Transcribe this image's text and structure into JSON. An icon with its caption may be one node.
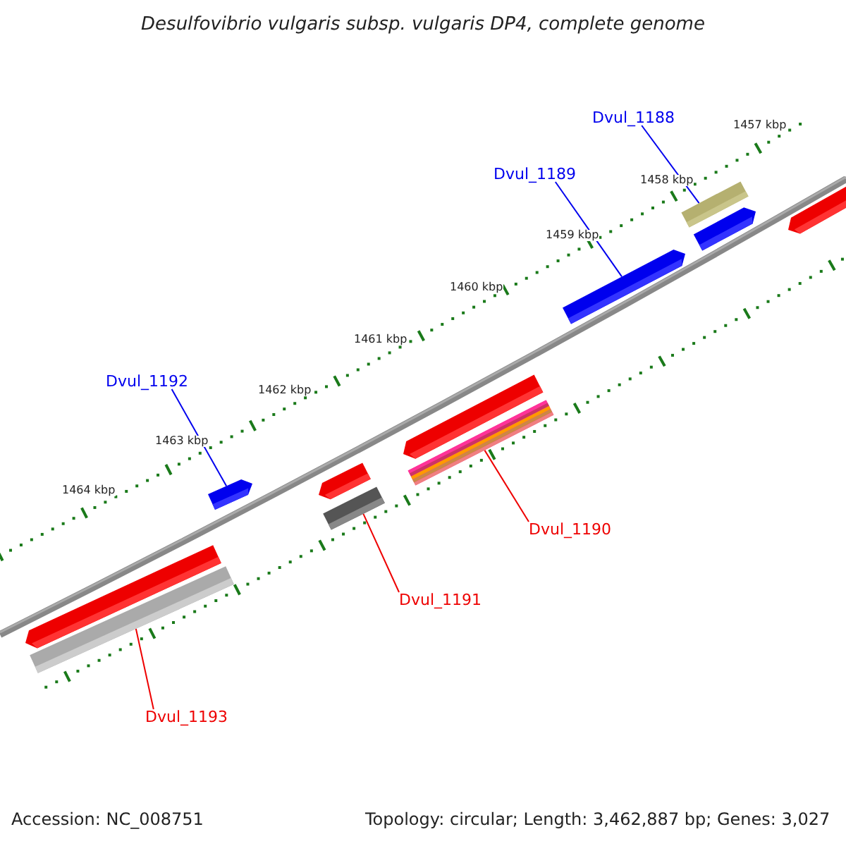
{
  "diagram": {
    "title": "Desulfovibrio vulgaris subsp. vulgaris DP4, complete genome",
    "nodes": [
      {
        "text": [
          "Dvul_1188"
        ]
      },
      {
        "text": [],
        "shape": "bar"
      },
      {
        "text": [
          "Dvul_1189"
        ]
      },
      {
        "text": [],
        "shape": "bar"
      },
      {
        "text": [
          "Dvul_1192"
        ]
      },
      {
        "text": [],
        "shape": "bar"
      },
      {
        "text": [],
        "shape": "bar"
      },
      {
        "text": [],
        "shape": "bar"
      },
      {
        "text": [
          "Dvul_1190"
        ]
      },
      {
        "text": [
          "Dvul_1191"
        ]
      },
      {
        "text": [
          "Dvul_1193"
        ]
      },
      {
        "text": [],
        "shape": "bar"
      }
    ],
    "edges": [
      {
        "from": 0,
        "to": 1,
        "arrow": "none",
        "color": "#0000ee"
      },
      {
        "from": 2,
        "to": 3,
        "arrow": "none",
        "color": "#0000ee"
      },
      {
        "from": 4,
        "to": 5,
        "arrow": "none",
        "color": "#0000ee"
      },
      {
        "from": 8,
        "to": 6,
        "arrow": "none",
        "color": "#ee0000"
      },
      {
        "from": 9,
        "to": 7,
        "arrow": "none",
        "color": "#ee0000"
      },
      {
        "from": 10,
        "to": 11,
        "arrow": "none",
        "color": "#ee0000"
      }
    ],
    "labels": [
      "1457 kbp",
      "1458 kbp",
      "1459 kbp",
      "1460 kbp",
      "1461 kbp",
      "1462 kbp",
      "1463 kbp",
      "1464 kbp",
      "Accession: NC_008751",
      "Topology: circular; Length: 3,462,887 bp; Genes: 3,027"
    ]
  }
}
